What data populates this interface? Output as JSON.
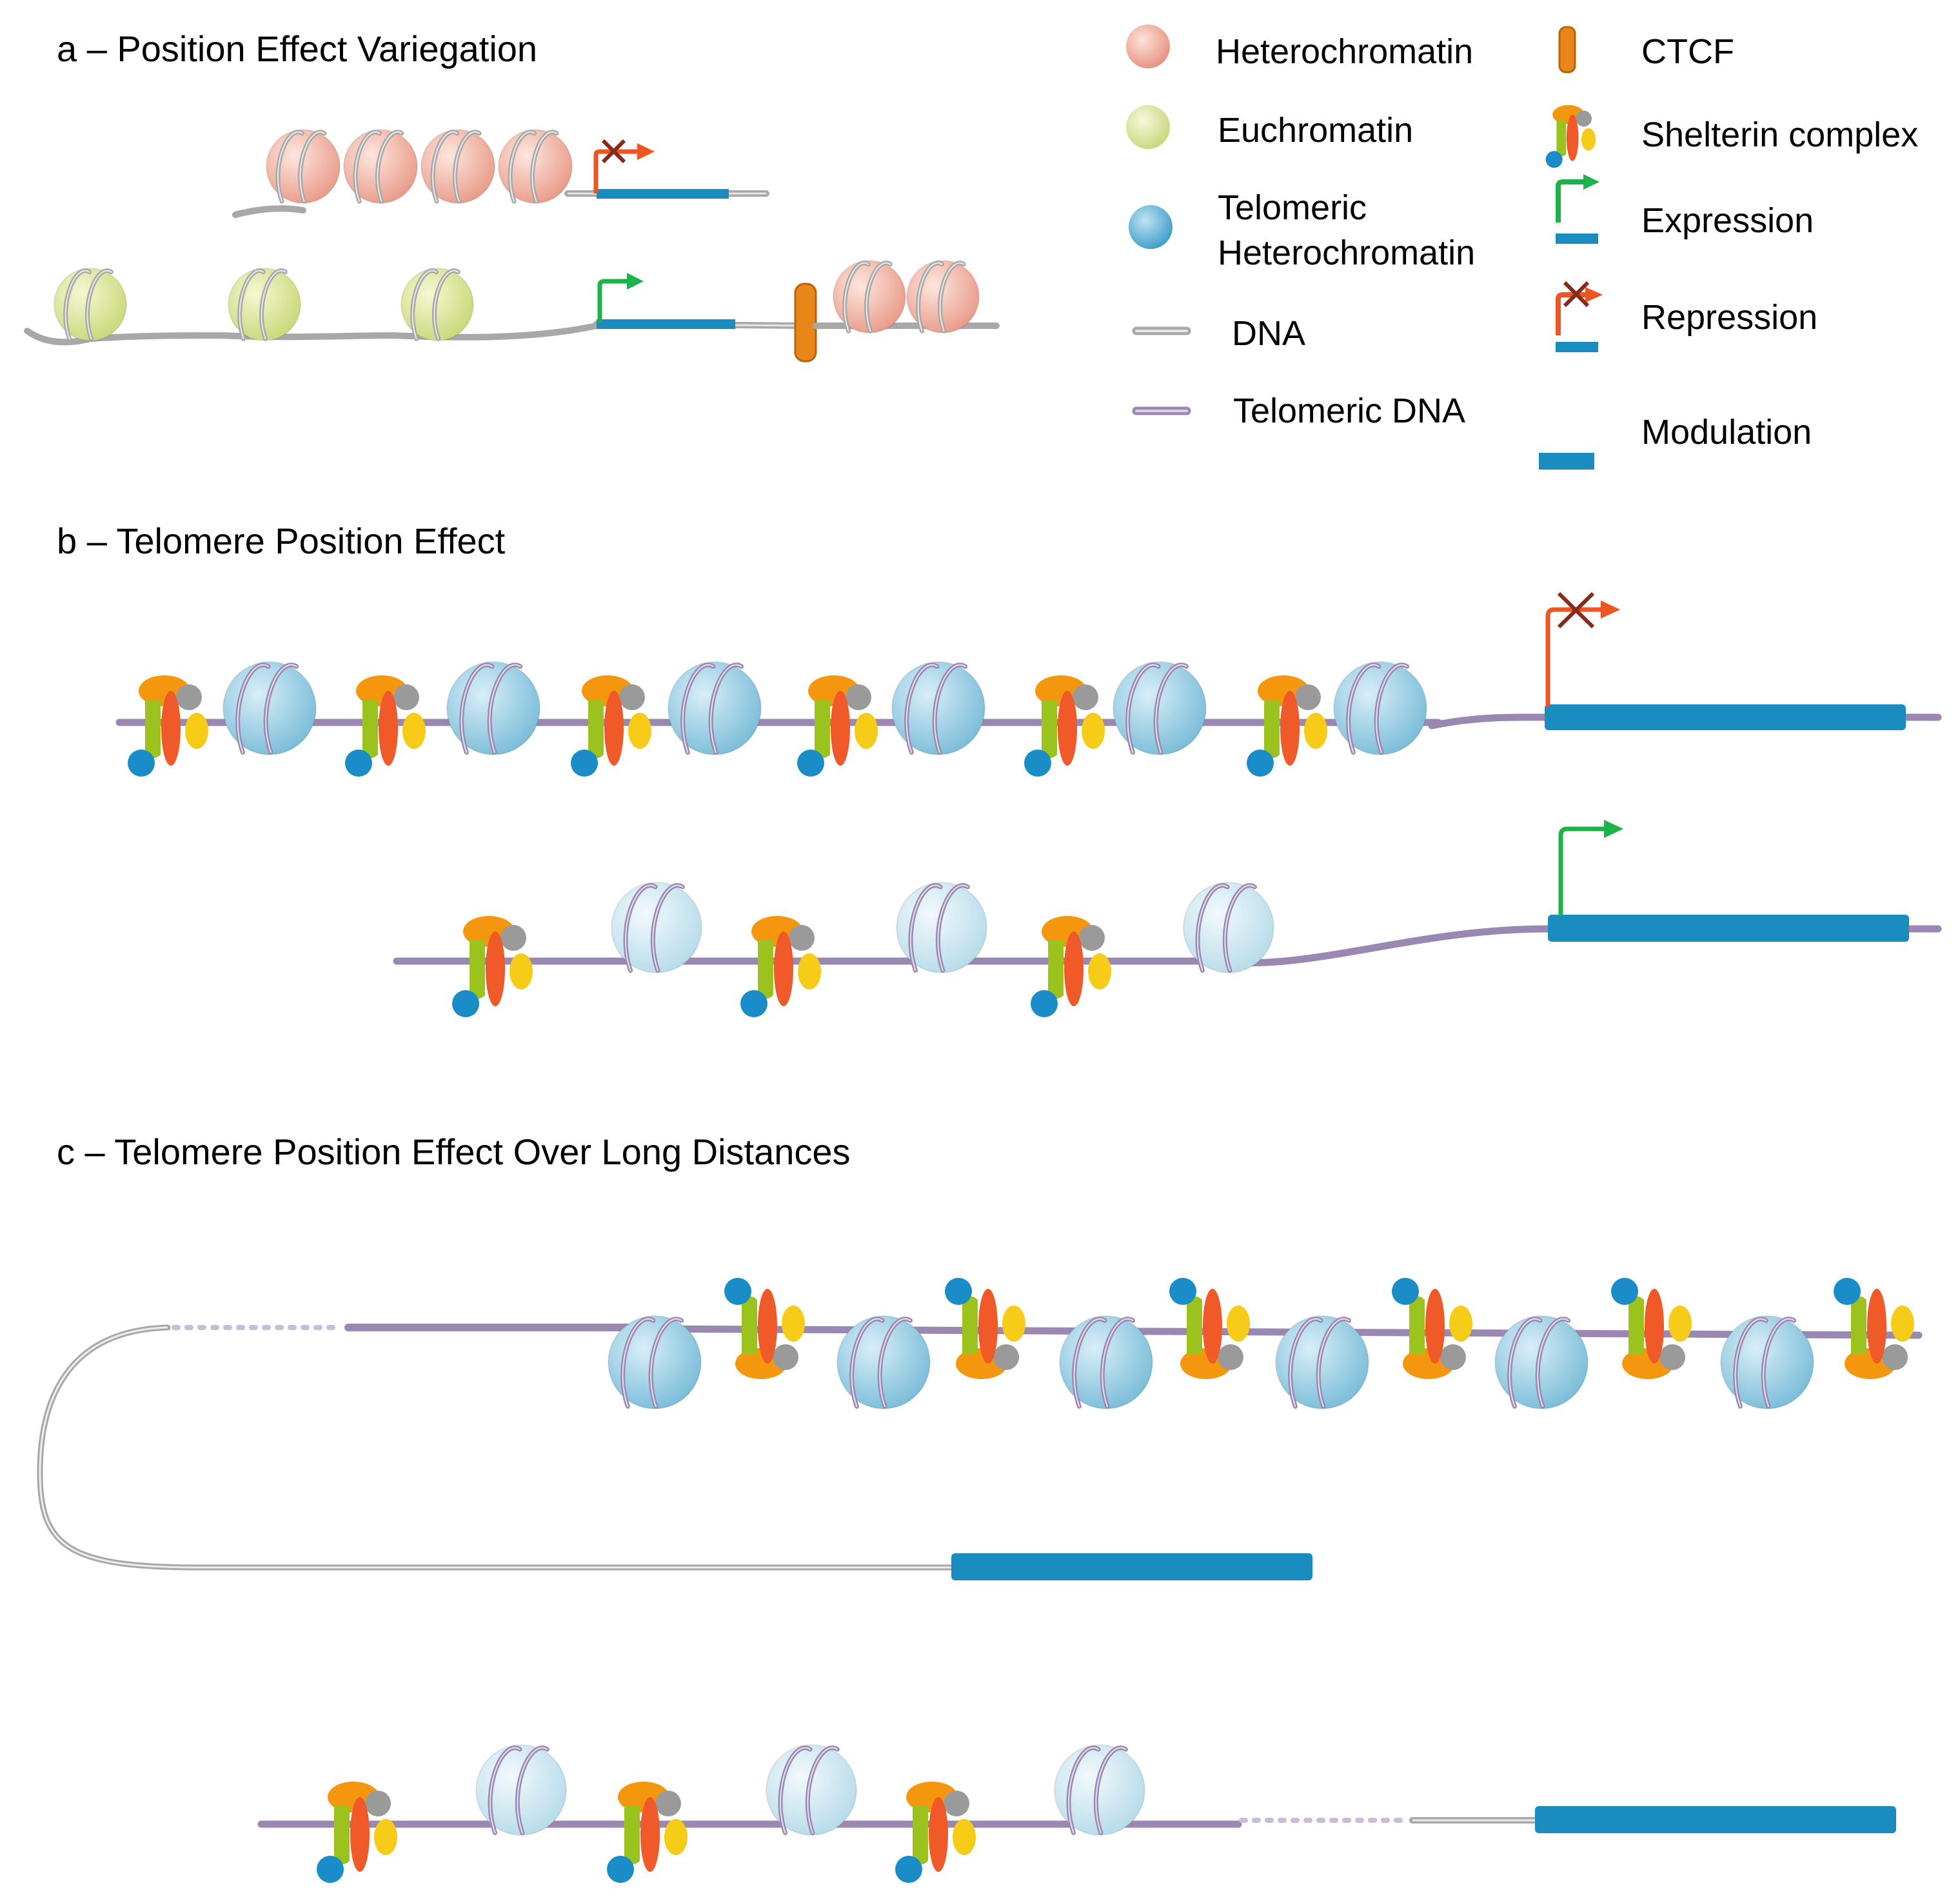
{
  "panels": {
    "a": "a – Position  Effect Variegation",
    "b": "b – Telomere  Position  Effect",
    "c": "c – Telomere Position  Effect Over Long  Distances"
  },
  "legend": {
    "heterochromatin": "Heterochromatin",
    "euchromatin": "Euchromatin",
    "telomeric_het_line1": "Telomeric",
    "telomeric_het_line2": "Heterochromatin",
    "dna": "DNA",
    "telomeric_dna": "Telomeric DNA",
    "ctcf": "CTCF",
    "shelterin": "Shelterin complex",
    "expression": "Expression",
    "repression": "Repression",
    "modulation": "Modulation"
  },
  "colors": {
    "heterochromatin": "#f2b8a8",
    "euchromatin": "#dfe9a0",
    "telomeric_heterochromatin": "#9fd0e6",
    "telomeric_heterochromatin_light": "#d2ebf5",
    "dna": "#a8a8a8",
    "telomeric_dna": "#9a88b2",
    "ctcf": "#e8861a",
    "gene": "#1a8cbf",
    "expression_arrow": "#1cb34a",
    "repression_arrow": "#ee5522",
    "repression_x": "#8a2a1a",
    "shelterin_orange": "#f5960f",
    "shelterin_green": "#9cc21e",
    "shelterin_red": "#f05a28",
    "shelterin_yellow": "#f7cc18",
    "shelterin_grey": "#9a9a9a",
    "shelterin_blue": "#1a8cc8"
  }
}
